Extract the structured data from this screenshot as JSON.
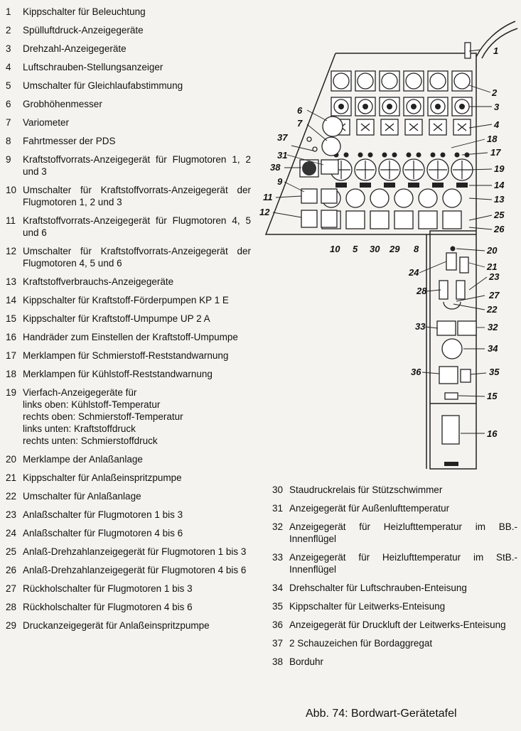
{
  "legend_left": [
    {
      "num": "1",
      "text": "Kippschalter für Beleuchtung"
    },
    {
      "num": "2",
      "text": "Spülluftdruck-Anzeigegeräte"
    },
    {
      "num": "3",
      "text": "Drehzahl-Anzeigegeräte"
    },
    {
      "num": "4",
      "text": "Luftschrauben-Stellungsanzeiger"
    },
    {
      "num": "5",
      "text": "Umschalter für Gleichlaufabstimmung"
    },
    {
      "num": "6",
      "text": "Grobhöhenmesser"
    },
    {
      "num": "7",
      "text": "Variometer"
    },
    {
      "num": "8",
      "text": "Fahrtmesser der PDS"
    },
    {
      "num": "9",
      "text": "Kraftstoffvorrats-Anzeigegerät für Flugmotoren 1, 2 und 3"
    },
    {
      "num": "10",
      "text": "Umschalter für Kraftstoffvorrats-Anzeigegerät der Flugmotoren 1, 2 und 3"
    },
    {
      "num": "11",
      "text": "Kraftstoffvorrats-Anzeigegerät für Flugmotoren 4, 5 und 6"
    },
    {
      "num": "12",
      "text": "Umschalter für Kraftstoffvorrats-Anzeigegerät der Flugmotoren 4, 5 und 6"
    },
    {
      "num": "13",
      "text": "Kraftstoffverbrauchs-Anzeigegeräte"
    },
    {
      "num": "14",
      "text": "Kippschalter für Kraftstoff-Förderpumpen KP 1 E"
    },
    {
      "num": "15",
      "text": "Kippschalter für Kraftstoff-Umpumpe UP 2 A"
    },
    {
      "num": "16",
      "text": "Handräder zum Einstellen der Kraftstoff-Umpumpe"
    },
    {
      "num": "17",
      "text": "Merklampen für Schmierstoff-Reststandwarnung"
    },
    {
      "num": "18",
      "text": "Merklampen für Kühlstoff-Reststandwarnung"
    },
    {
      "num": "19",
      "text": "Vierfach-Anzeigegeräte für\nlinks oben: Kühlstoff-Temperatur\nrechts oben: Schmierstoff-Temperatur\nlinks unten: Kraftstoffdruck\nrechts unten: Schmierstoffdruck"
    },
    {
      "num": "20",
      "text": "Merklampe der Anlaßanlage"
    },
    {
      "num": "21",
      "text": "Kippschalter für Anlaßeinspritzpumpe"
    },
    {
      "num": "22",
      "text": "Umschalter für Anlaßanlage"
    },
    {
      "num": "23",
      "text": "Anlaßschalter für Flugmotoren 1 bis 3"
    },
    {
      "num": "24",
      "text": "Anlaßschalter für Flugmotoren 4 bis 6"
    },
    {
      "num": "25",
      "text": "Anlaß-Drehzahlanzeigegerät für Flugmotoren 1 bis 3"
    },
    {
      "num": "26",
      "text": "Anlaß-Drehzahlanzeigegerät für Flugmotoren 4 bis 6"
    },
    {
      "num": "27",
      "text": "Rückholschalter für Flugmotoren 1 bis 3"
    },
    {
      "num": "28",
      "text": "Rückholschalter für Flugmotoren 4 bis 6"
    },
    {
      "num": "29",
      "text": "Druckanzeigegerät für Anlaßeinspritzpumpe"
    }
  ],
  "legend_right": [
    {
      "num": "30",
      "text": "Staudruckrelais für Stützschwimmer"
    },
    {
      "num": "31",
      "text": "Anzeigegerät für Außenlufttemperatur"
    },
    {
      "num": "32",
      "text": "Anzeigegerät für Heizlufttemperatur im BB.-Innenflügel"
    },
    {
      "num": "33",
      "text": "Anzeigegerät für Heizlufttemperatur im StB.-Innenflügel"
    },
    {
      "num": "34",
      "text": "Drehschalter für Luftschrauben-Enteisung"
    },
    {
      "num": "35",
      "text": "Kippschalter für Leitwerks-Enteisung"
    },
    {
      "num": "36",
      "text": "Anzeigegerät für Druckluft der Leitwerks-Enteisung"
    },
    {
      "num": "37",
      "text": "2 Schauzeichen für Bordaggregat"
    },
    {
      "num": "38",
      "text": "Borduhr"
    }
  ],
  "caption": "Abb. 74: Bordwart-Gerätetafel",
  "diagram_labels": [
    "1",
    "2",
    "3",
    "4",
    "6",
    "7",
    "37",
    "31",
    "38",
    "9",
    "11",
    "12",
    "18",
    "17",
    "19",
    "14",
    "13",
    "25",
    "26",
    "10",
    "5",
    "30",
    "29",
    "8",
    "20",
    "21",
    "24",
    "23",
    "28",
    "27",
    "22",
    "33",
    "32",
    "34",
    "36",
    "35",
    "15",
    "16"
  ]
}
